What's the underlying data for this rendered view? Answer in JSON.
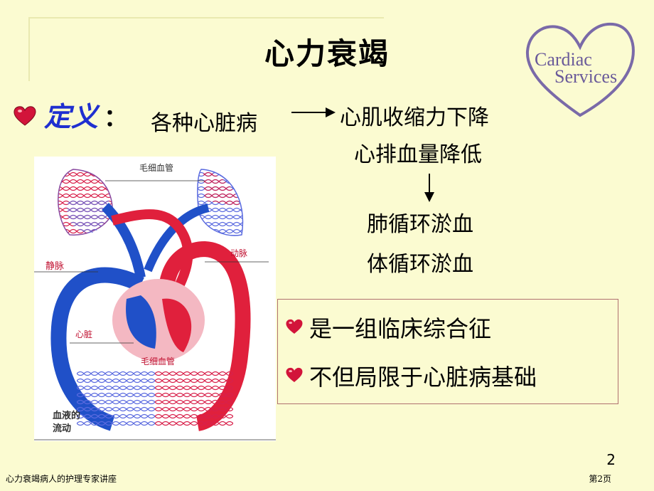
{
  "title": "心力衰竭",
  "logo": {
    "line1": "Cardiac",
    "line2": "Services"
  },
  "definition": {
    "label": "定义",
    "colon": "：",
    "cause": "各种心脏病",
    "results": [
      "心肌收缩力下降",
      "心排血量降低"
    ],
    "consequences": [
      "肺循环淤血",
      "体循环淤血"
    ]
  },
  "box_items": [
    "是一组临床综合征",
    "不但局限于心脏病基础"
  ],
  "diagram_labels": {
    "capillary_top": "毛细血管",
    "artery": "动脉",
    "vein": "静脉",
    "heart": "心脏",
    "capillary_bottom": "毛细血管",
    "blood_flow_1": "血液的",
    "blood_flow_2": "流动"
  },
  "slide_number": "2",
  "footer": {
    "left": "心力衰竭病人的护理专家讲座",
    "right": "第2页"
  },
  "colors": {
    "background": "#fbfbd1",
    "accent_blue": "#1f2fd0",
    "heart_red": "#d2143a",
    "logo_purple": "#7a6aa8"
  }
}
